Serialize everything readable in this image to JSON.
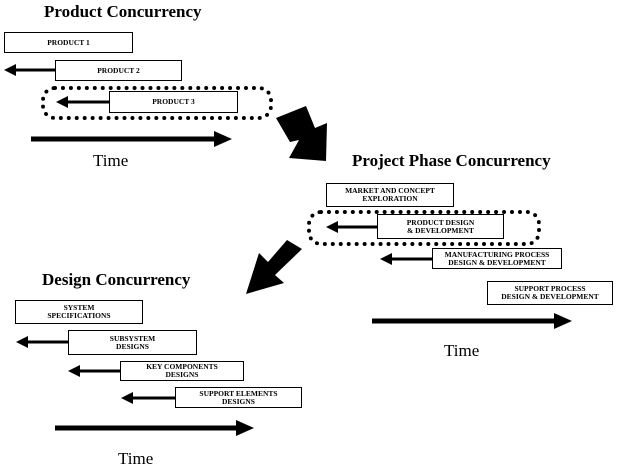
{
  "product": {
    "title": "Product Concurrency",
    "boxes": [
      "PRODUCT 1",
      "PRODUCT 2",
      "PRODUCT 3"
    ],
    "time_label": "Time"
  },
  "phase": {
    "title": "Project Phase Concurrency",
    "boxes": [
      "MARKET AND CONCEPT\nEXPLORATION",
      "PRODUCT DESIGN\n& DEVELOPMENT",
      "MANUFACTURING PROCESS\nDESIGN & DEVELOPMENT",
      "SUPPORT PROCESS\nDESIGN & DEVELOPMENT"
    ],
    "time_label": "Time"
  },
  "design": {
    "title": "Design Concurrency",
    "boxes": [
      "SYSTEM\nSPECIFICATIONS",
      "SUBSYSTEM\nDESIGNS",
      "KEY COMPONENTS\nDESIGNS",
      "SUPPORT ELEMENTS\nDESIGNS"
    ],
    "time_label": "Time"
  }
}
